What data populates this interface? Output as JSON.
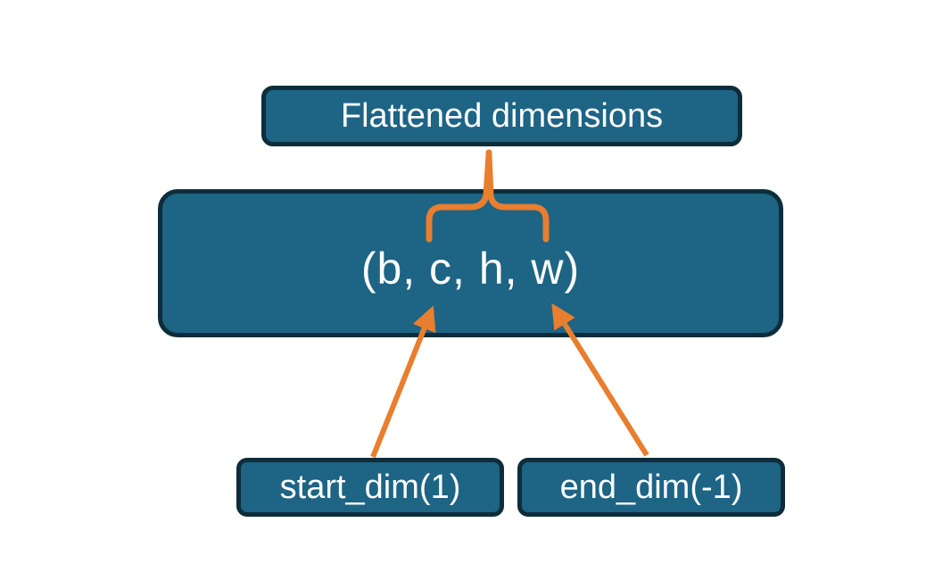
{
  "diagram": {
    "title_box": {
      "label": "Flattened dimensions"
    },
    "tensor_box": {
      "label": "(b, c, h, w)"
    },
    "param_boxes": [
      {
        "label": "start_dim(1)"
      },
      {
        "label": "end_dim(-1)"
      }
    ],
    "icons": {
      "brace": "curly-brace-up-spanning-c-h-w",
      "start_dim_arrow": "orange-arrow-pointing-to-c",
      "end_dim_arrow": "orange-arrow-pointing-to-w"
    },
    "colors": {
      "box_fill": "#1d6485",
      "box_border": "#0e2d3a",
      "accent_orange": "#e87e2e",
      "text": "#fdfdfd",
      "background": "#ffffff"
    }
  }
}
